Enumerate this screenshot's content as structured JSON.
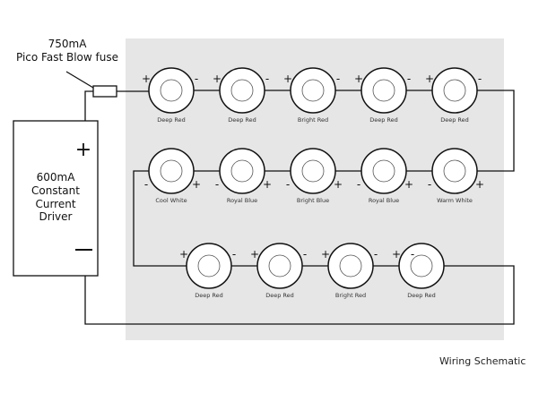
{
  "fuse": {
    "line1": "750mA",
    "line2": "Pico Fast Blow fuse"
  },
  "driver": {
    "lines": [
      "600mA",
      "Constant",
      "Current",
      "Driver"
    ],
    "plus": "+",
    "minus": "—"
  },
  "caption": "Wiring Schematic",
  "rows": [
    {
      "direction": "ltr",
      "leds": [
        {
          "label": "Deep Red"
        },
        {
          "label": "Deep Red"
        },
        {
          "label": "Bright Red"
        },
        {
          "label": "Deep Red"
        },
        {
          "label": "Deep Red"
        }
      ]
    },
    {
      "direction": "rtl",
      "leds": [
        {
          "label": "Cool White"
        },
        {
          "label": "Royal Blue"
        },
        {
          "label": "Bright Blue"
        },
        {
          "label": "Royal Blue"
        },
        {
          "label": "Warm White"
        }
      ]
    },
    {
      "direction": "ltr",
      "leds": [
        {
          "label": "Deep Red"
        },
        {
          "label": "Deep Red"
        },
        {
          "label": "Bright Red"
        },
        {
          "label": "Deep Red"
        }
      ]
    }
  ],
  "polarity": {
    "plus": "+",
    "minus": "-"
  }
}
